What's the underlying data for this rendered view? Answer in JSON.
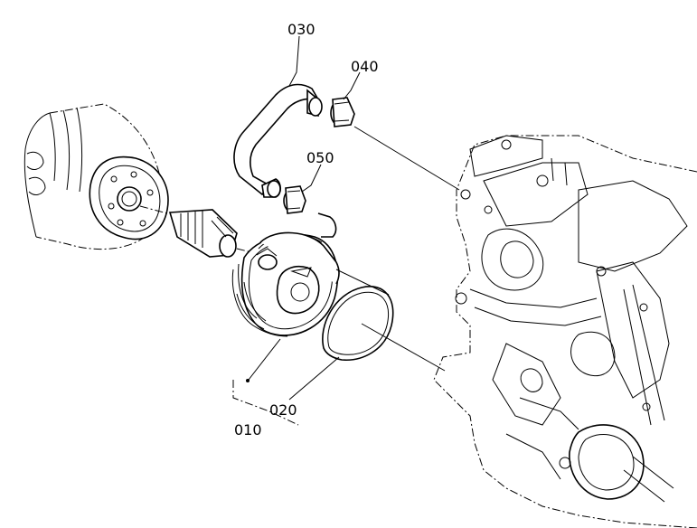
{
  "labels": {
    "p010": "010",
    "p020": "020",
    "p030": "030",
    "p040": "040",
    "p050": "050"
  },
  "colors": {
    "ink": "#000000",
    "paper": "#ffffff"
  }
}
